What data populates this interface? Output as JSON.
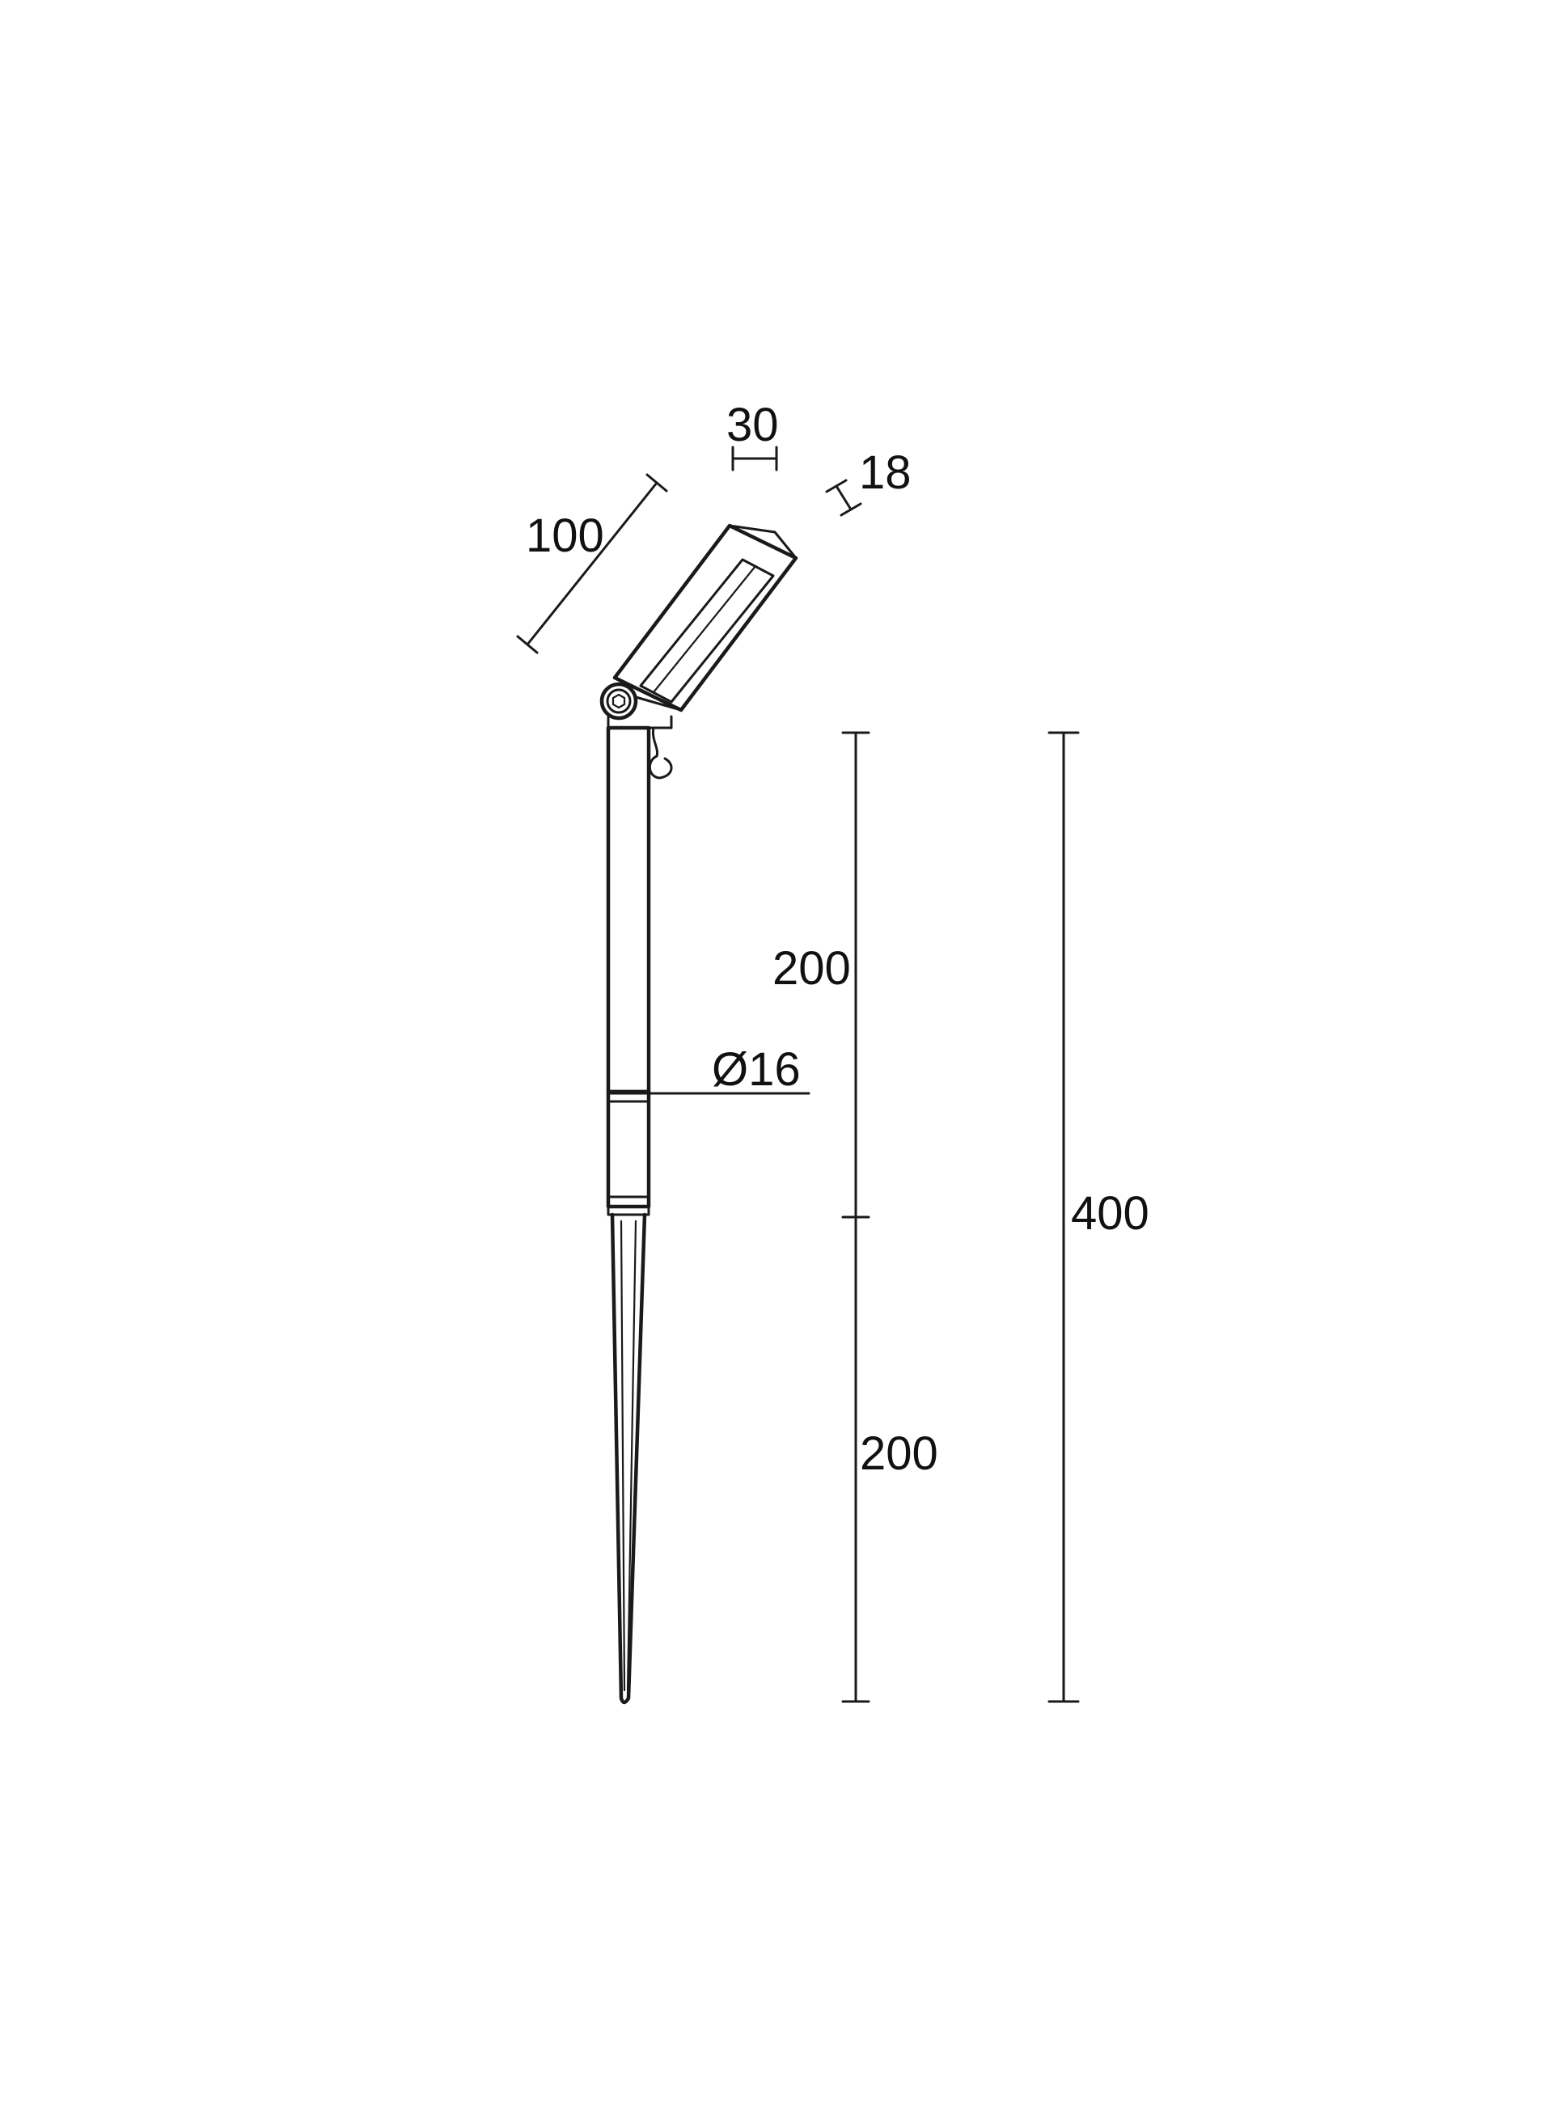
{
  "drawing": {
    "background": "#ffffff",
    "line_color": "#1a1a1a",
    "dimensions": {
      "head_length": "100",
      "head_width": "30",
      "head_depth": "18",
      "pole_diameter": "Ø16",
      "upper_height": "200",
      "lower_height": "200",
      "total_height": "400"
    }
  }
}
